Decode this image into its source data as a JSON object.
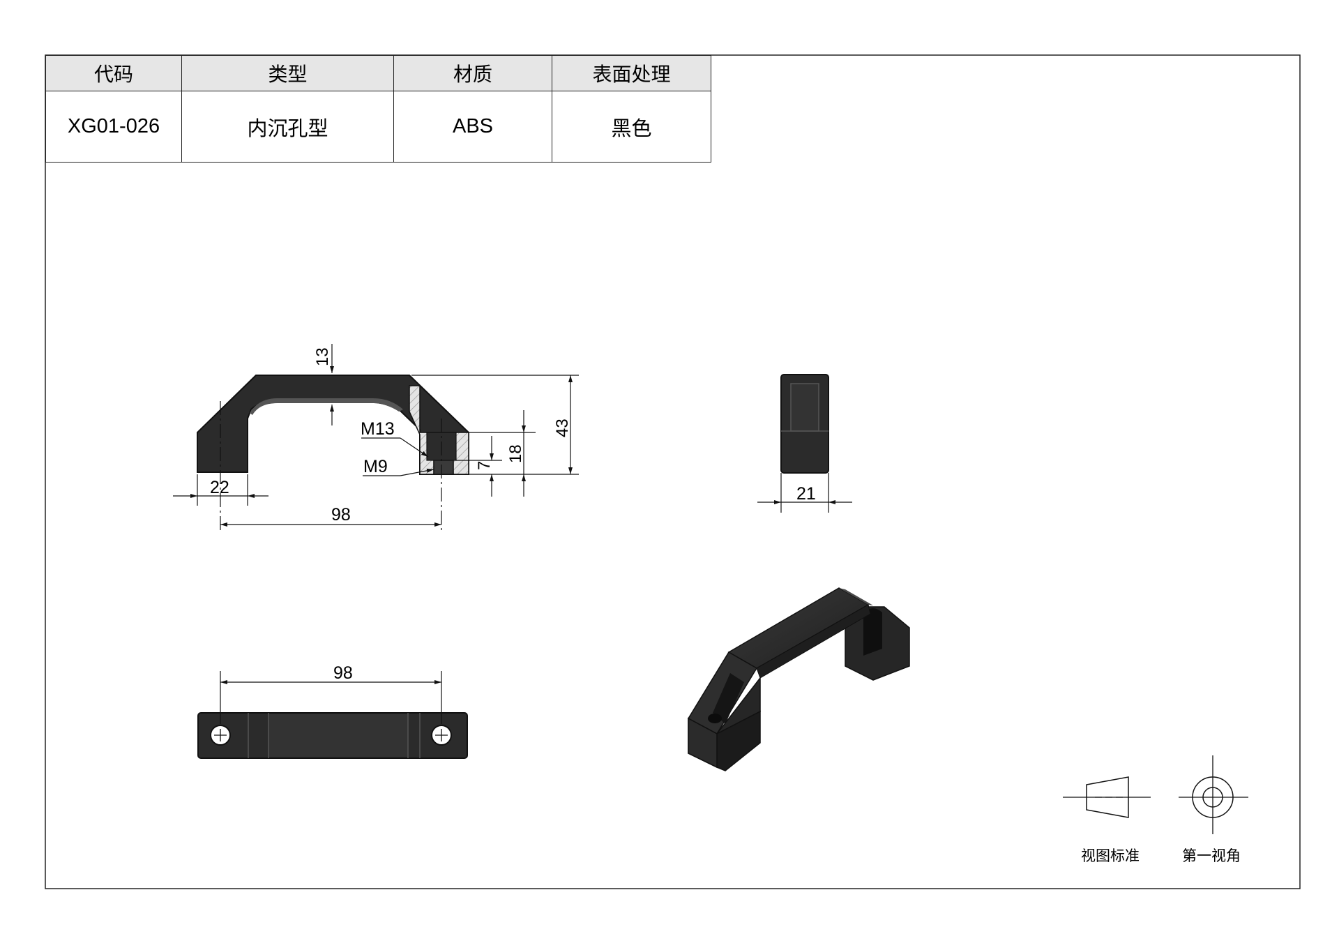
{
  "spec_table": {
    "headers": [
      "代码",
      "类型",
      "材质",
      "表面处理"
    ],
    "values": [
      "XG01-026",
      "内沉孔型",
      "ABS",
      "黑色"
    ]
  },
  "front_view": {
    "dim_top_thickness": "13",
    "dim_height": "43",
    "dim_counterbore": "M13",
    "dim_thread": "M9",
    "dim_counterbore_depth": "7",
    "dim_leg_height": "18",
    "dim_leg_width": "22",
    "dim_hole_spacing": "98"
  },
  "side_view": {
    "dim_width": "21"
  },
  "top_view": {
    "dim_hole_spacing": "98"
  },
  "projection_legend": {
    "label_standard": "视图标准",
    "label_first_angle": "第一视角"
  },
  "colors": {
    "part": "#2b2b2b",
    "line": "#111111",
    "hatch": "#d9d9d9"
  }
}
